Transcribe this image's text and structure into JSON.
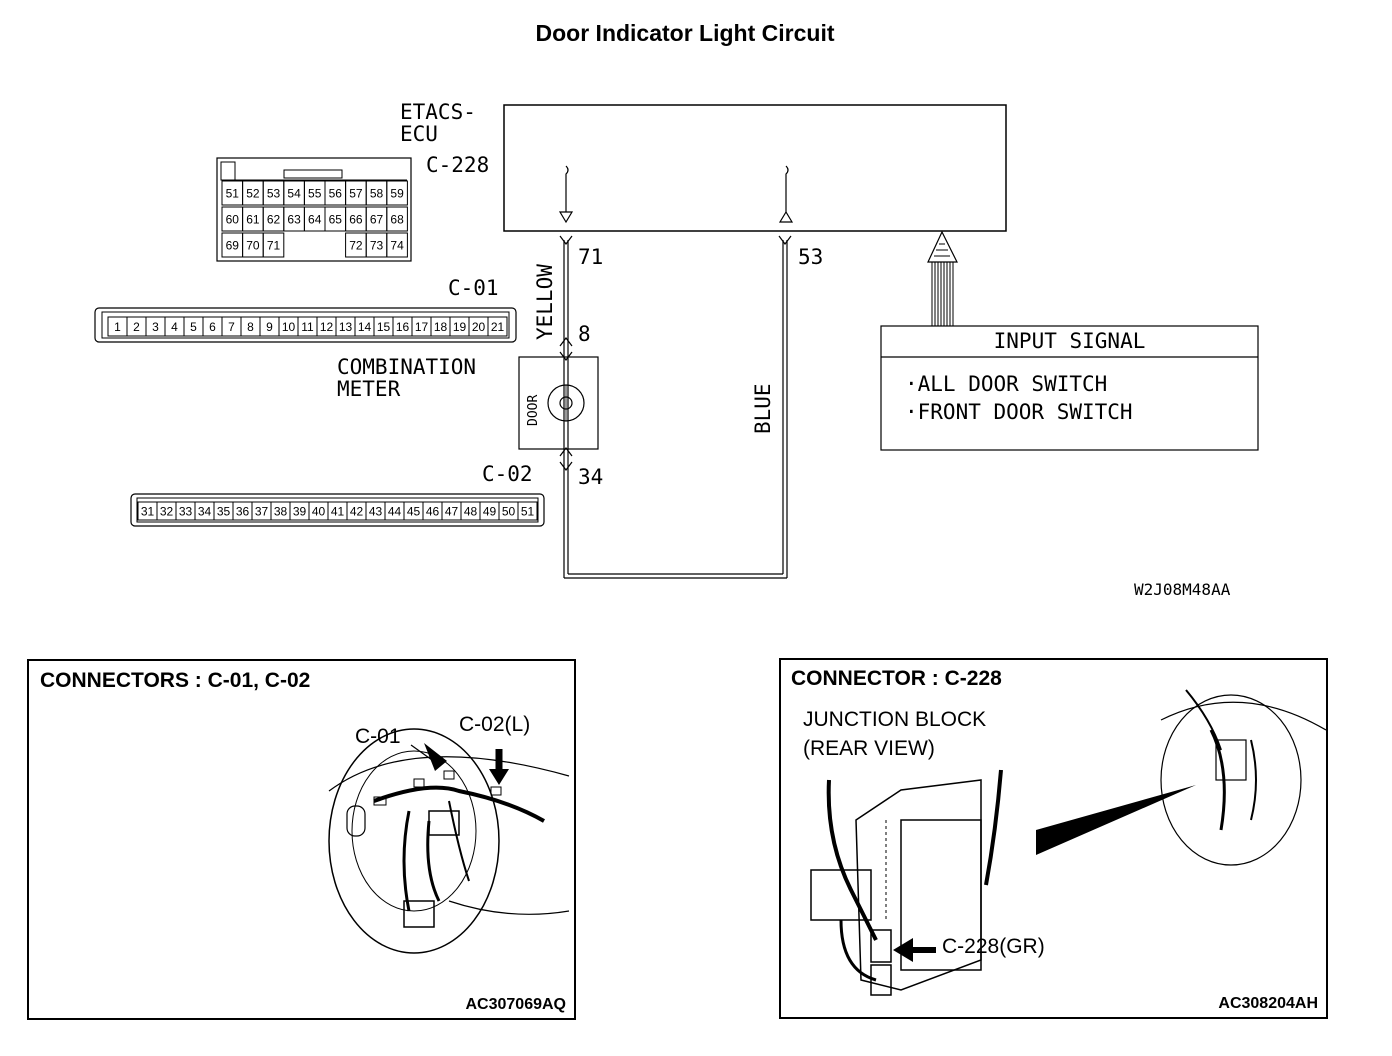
{
  "title": "Door Indicator Light Circuit",
  "ecu": {
    "name_line1": "ETACS-",
    "name_line2": "ECU",
    "connector": "C-228"
  },
  "c228_pins": {
    "row1": [
      "51",
      "52",
      "53",
      "54",
      "55",
      "56",
      "57",
      "58",
      "59"
    ],
    "row2": [
      "60",
      "61",
      "62",
      "63",
      "64",
      "65",
      "66",
      "67",
      "68"
    ],
    "row3a": [
      "69",
      "70",
      "71"
    ],
    "row3b": [
      "72",
      "73",
      "74"
    ]
  },
  "c01": {
    "label": "C-01",
    "pins": [
      "1",
      "2",
      "3",
      "4",
      "5",
      "6",
      "7",
      "8",
      "9",
      "10",
      "11",
      "12",
      "13",
      "14",
      "15",
      "16",
      "17",
      "18",
      "19",
      "20",
      "21"
    ]
  },
  "c02": {
    "label": "C-02",
    "pins": [
      "31",
      "32",
      "33",
      "34",
      "35",
      "36",
      "37",
      "38",
      "39",
      "40",
      "41",
      "42",
      "43",
      "44",
      "45",
      "46",
      "47",
      "48",
      "49",
      "50",
      "51"
    ]
  },
  "wires": {
    "pin71": "71",
    "pin53": "53",
    "pin8": "8",
    "pin34": "34",
    "yellow": "YELLOW",
    "blue": "BLUE"
  },
  "meter": {
    "line1": "COMBINATION",
    "line2": "METER",
    "lamp": "DOOR"
  },
  "input_signal": {
    "header": "INPUT SIGNAL",
    "item1": "·ALL DOOR SWITCH",
    "item2": "·FRONT DOOR SWITCH"
  },
  "figure_code": "W2J08M48AA",
  "panel_left": {
    "heading": "CONNECTORS : C-01, C-02",
    "callout1": "C-01",
    "callout2": "C-02(L)",
    "code": "AC307069AQ"
  },
  "panel_right": {
    "heading": "CONNECTOR : C-228",
    "sub1": "JUNCTION BLOCK",
    "sub2": "(REAR VIEW)",
    "callout": "C-228(GR)",
    "code": "AC308204AH"
  }
}
